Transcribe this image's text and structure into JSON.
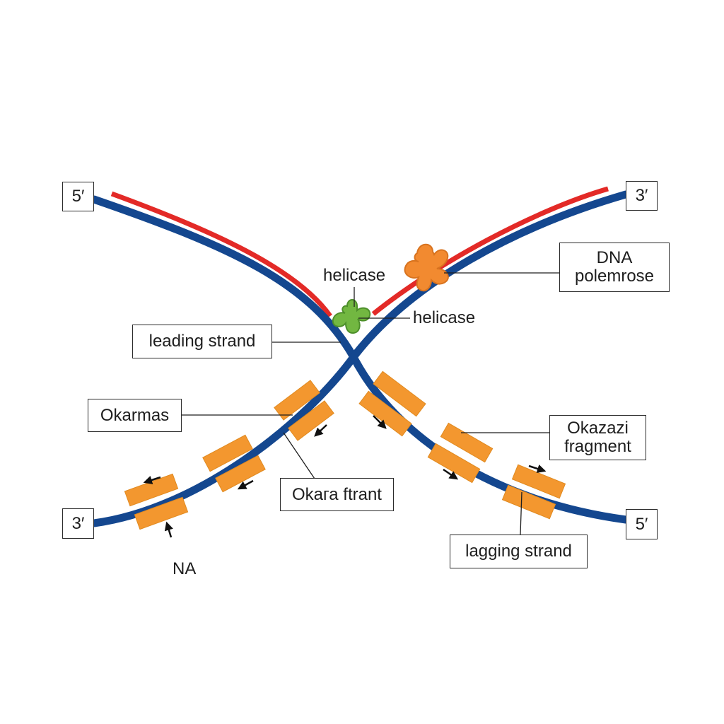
{
  "labels": {
    "end_top_left": "5′",
    "end_top_right": "3′",
    "end_bottom_left": "3′",
    "end_bottom_right": "5′",
    "helicase_top": "helicase",
    "helicase_right": "helicase",
    "dna_polymerase_line1": "DNA",
    "dna_polymerase_line2": "polemrose",
    "leading_strand": "leading strand",
    "okarmas": "Okarmas",
    "okara_ftrant": "Okaга ftrant",
    "okazazi_line1": "Okazazi",
    "okazazi_line2": "fragment",
    "lagging_strand": "lagging strand",
    "na": "NA"
  },
  "colors": {
    "dna_strand": "#14478f",
    "new_strand": "#e32a27",
    "okazaki_fragment": "#f3972f",
    "helicase": "#72b741",
    "polymerase": "#f28a30",
    "label_border": "#2b2b2b"
  },
  "icons": {
    "helicase": "helicase-protein-icon",
    "polymerase": "polymerase-protein-icon",
    "arrow": "direction-arrow-icon"
  }
}
